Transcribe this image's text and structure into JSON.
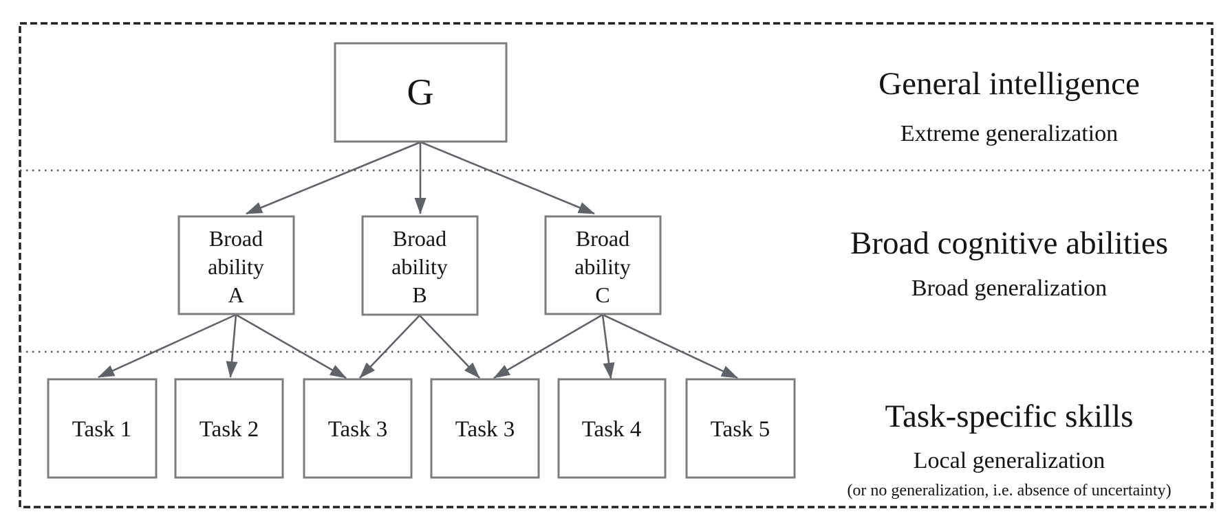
{
  "diagram": {
    "title_hint": "Hierarchical model of intelligence and generalization",
    "root": {
      "id": "g",
      "label": "G"
    },
    "abilities": [
      {
        "id": "ability-a",
        "lines": [
          "Broad",
          "ability",
          "A"
        ]
      },
      {
        "id": "ability-b",
        "lines": [
          "Broad",
          "ability",
          "B"
        ]
      },
      {
        "id": "ability-c",
        "lines": [
          "Broad",
          "ability",
          "C"
        ]
      }
    ],
    "tasks": [
      "Task 1",
      "Task 2",
      "Task 3",
      "Task 3",
      "Task 4",
      "Task 5"
    ],
    "bands": [
      {
        "title": "General intelligence",
        "subtitle": "Extreme generalization"
      },
      {
        "title": "Broad cognitive abilities",
        "subtitle": "Broad generalization"
      },
      {
        "title": "Task-specific skills",
        "subtitle": "Local generalization",
        "note": "(or no generalization, i.e. absence of uncertainty)"
      }
    ],
    "edges": [
      {
        "from": "g",
        "to": "ability-a"
      },
      {
        "from": "g",
        "to": "ability-b"
      },
      {
        "from": "g",
        "to": "ability-c"
      },
      {
        "from": "ability-a",
        "to": "task-1"
      },
      {
        "from": "ability-a",
        "to": "task-2"
      },
      {
        "from": "ability-a",
        "to": "task-3a"
      },
      {
        "from": "ability-b",
        "to": "task-3a"
      },
      {
        "from": "ability-b",
        "to": "task-3b"
      },
      {
        "from": "ability-c",
        "to": "task-3b"
      },
      {
        "from": "ability-c",
        "to": "task-4"
      },
      {
        "from": "ability-c",
        "to": "task-5"
      }
    ],
    "colors": {
      "background": "#ffffff",
      "outer_border": "#222222",
      "divider": "#555555",
      "box_stroke": "#7d7d7d",
      "arrow": "#5f6368",
      "text": "#141414"
    }
  }
}
